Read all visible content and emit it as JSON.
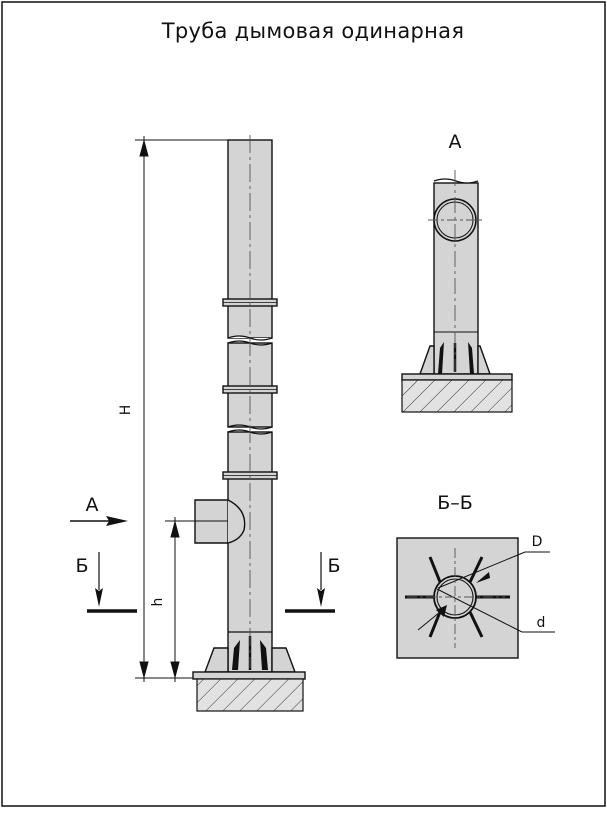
{
  "title": "Труба дымовая одинарная",
  "labels": {
    "view_a_arrow": "А",
    "view_a_title": "А",
    "section_b_left": "Б",
    "section_b_right": "Б",
    "section_b_title": "Б–Б",
    "dim_H": "H",
    "dim_h": "h",
    "dim_D": "D",
    "dim_d": "d"
  },
  "colors": {
    "pipe_fill": "#d4d4d4",
    "line": "#111111",
    "ground_fill": "#e0e0e0"
  }
}
